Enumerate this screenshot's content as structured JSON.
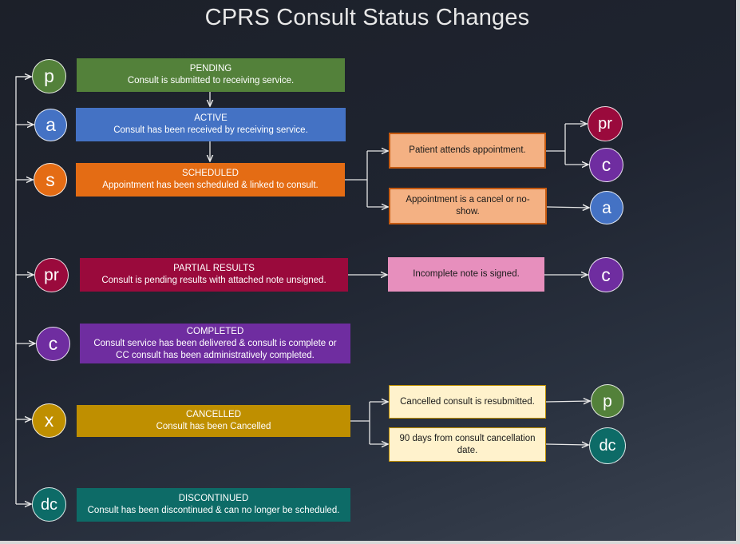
{
  "title": "CPRS Consult Status Changes",
  "colors": {
    "green": "#53813a",
    "blue": "#4472c4",
    "orange": "#e46c14",
    "maroon": "#9a0a3c",
    "purple": "#6f2da0",
    "gold": "#bf8f00",
    "teal": "#0d6b67",
    "peach": "#f4b183",
    "pink": "#e78fbd",
    "cream": "#fff2cc",
    "line": "#e8e8e8"
  },
  "statuses": [
    {
      "code": "p",
      "title": "PENDING",
      "desc": "Consult is submitted to receiving service."
    },
    {
      "code": "a",
      "title": "ACTIVE",
      "desc": "Consult has been received by receiving service."
    },
    {
      "code": "s",
      "title": "SCHEDULED",
      "desc": "Appointment has been scheduled & linked to consult."
    },
    {
      "code": "pr",
      "title": "PARTIAL RESULTS",
      "desc": "Consult is pending results with attached note unsigned."
    },
    {
      "code": "c",
      "title": "COMPLETED",
      "desc": "Consult service has been delivered & consult is complete or CC consult has been administratively completed."
    },
    {
      "code": "x",
      "title": "CANCELLED",
      "desc": "Consult has been Cancelled"
    },
    {
      "code": "dc",
      "title": "DISCONTINUED",
      "desc": "Consult has been discontinued & can no longer be scheduled."
    }
  ],
  "events": [
    {
      "text": "Patient attends appointment."
    },
    {
      "text": "Appointment is a cancel or no-show."
    },
    {
      "text": "Incomplete note is signed."
    },
    {
      "text": "Cancelled consult is resubmitted."
    },
    {
      "text": "90 days from consult cancellation date."
    }
  ],
  "outcomes": [
    {
      "code": "pr"
    },
    {
      "code": "c"
    },
    {
      "code": "a"
    },
    {
      "code": "c"
    },
    {
      "code": "p"
    },
    {
      "code": "dc"
    }
  ]
}
